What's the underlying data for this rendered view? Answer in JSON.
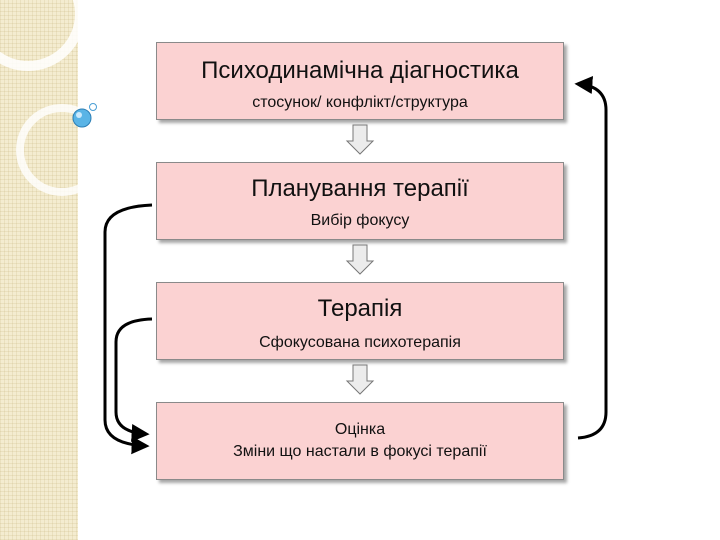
{
  "boxes": [
    {
      "title": "Психодинамічна діагностика",
      "subtitle": "стосунок/ конфлікт/структура"
    },
    {
      "title": "Планування терапії",
      "subtitle": "Вибір фокусу"
    },
    {
      "title": "Терапія",
      "subtitle": "Сфокусована психотерапія"
    },
    {
      "line1": "Оцінка",
      "line2": "Зміни що настали в фокусі терапії"
    }
  ],
  "colors": {
    "box_fill": "#fbd2d2",
    "box_border": "#8a8a8a",
    "connector": "#000000",
    "accent_circle": "#5ab4e6"
  }
}
